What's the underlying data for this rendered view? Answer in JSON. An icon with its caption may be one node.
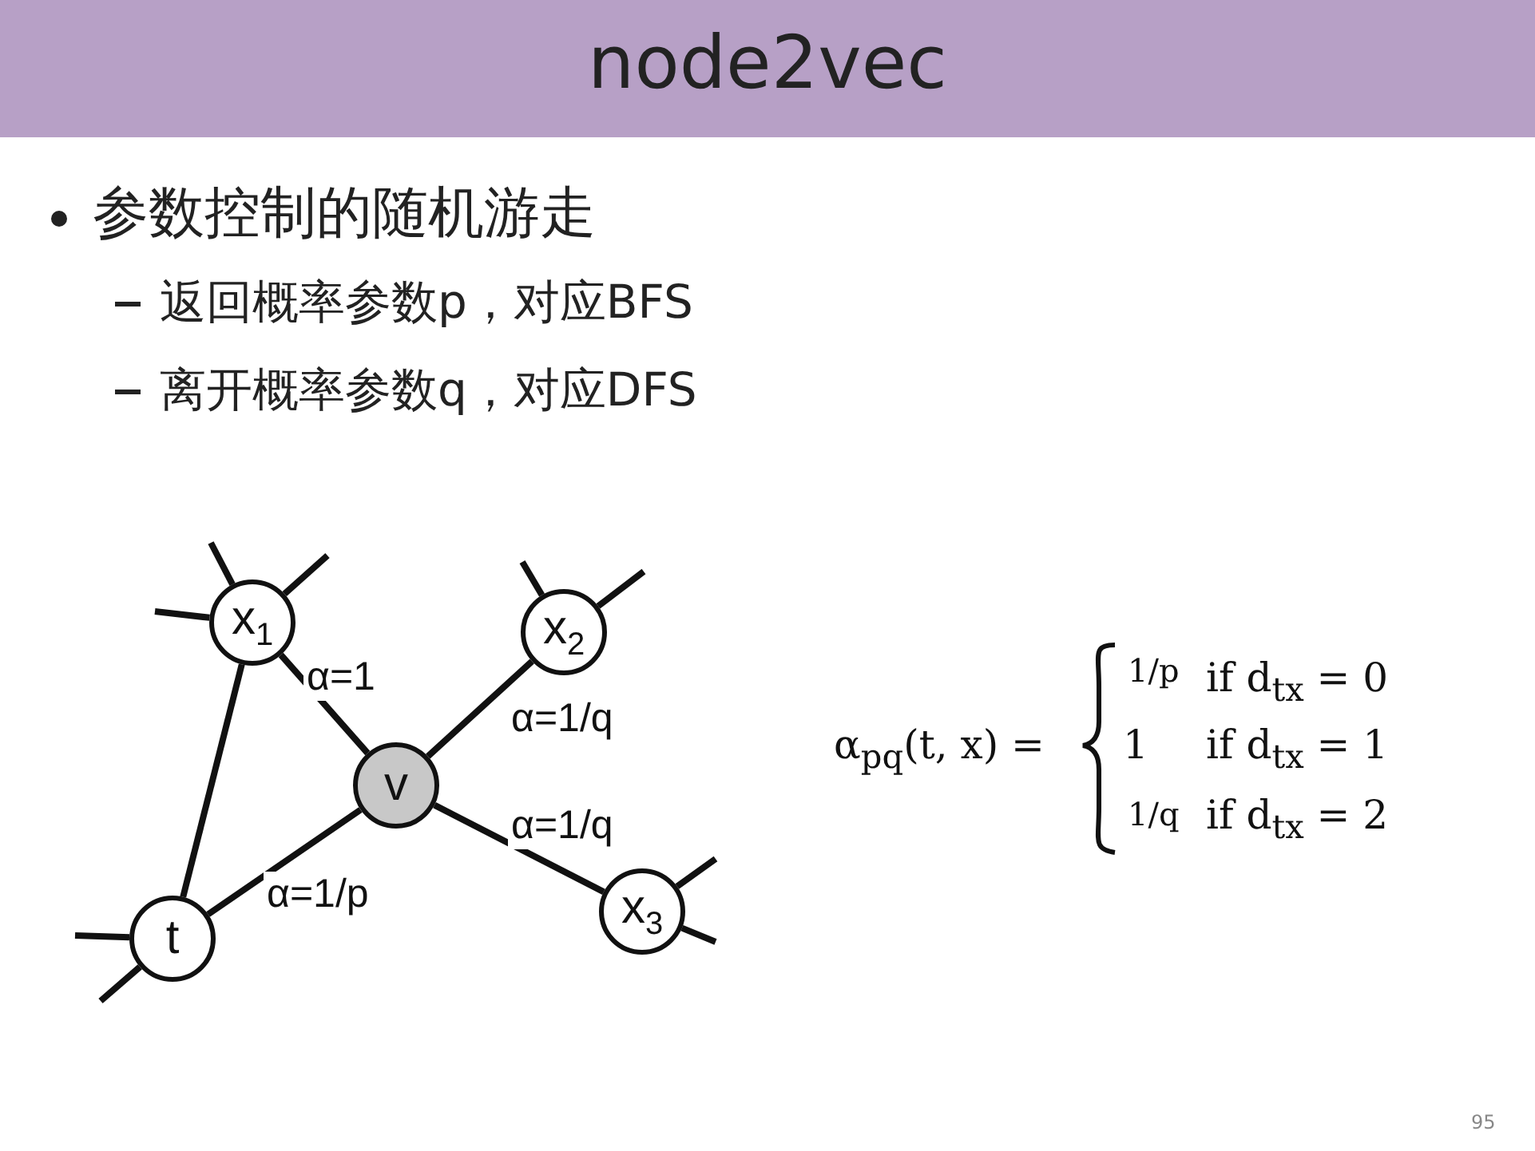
{
  "diagram": {
    "title": "node2vec",
    "nodes": [
      {
        "text": [
          "x$_{1}$"
        ]
      },
      {
        "text": [
          "x$_{2}$"
        ]
      },
      {
        "text": [
          "v"
        ]
      },
      {
        "text": [
          "t"
        ]
      },
      {
        "text": [
          "x$_{3}$"
        ]
      }
    ],
    "edges": [
      {
        "from": 0,
        "to": 2,
        "arrow": "none",
        "label": "α=1"
      },
      {
        "from": 1,
        "to": 2,
        "arrow": "none",
        "label": "α=1/q"
      },
      {
        "from": 2,
        "to": 4,
        "arrow": "none",
        "label": "α=1/q"
      },
      {
        "from": 3,
        "to": 2,
        "arrow": "none",
        "label": "α=1/p"
      },
      {
        "from": 3,
        "to": 0,
        "arrow": "none"
      },
      {
        "from": 0,
        "to": null,
        "arrow": "none"
      },
      {
        "from": 0,
        "to": null,
        "arrow": "none"
      },
      {
        "from": 0,
        "to": null,
        "arrow": "none"
      },
      {
        "from": 1,
        "to": null,
        "arrow": "none"
      },
      {
        "from": 1,
        "to": null,
        "arrow": "none"
      },
      {
        "from": 4,
        "to": null,
        "arrow": "none"
      },
      {
        "from": 4,
        "to": null,
        "arrow": "none"
      },
      {
        "from": 3,
        "to": null,
        "arrow": "none"
      },
      {
        "from": 3,
        "to": null,
        "arrow": "none"
      }
    ],
    "labels": [
      "参数控制的随机游走",
      "返回概率参数p，对应BFS",
      "离开概率参数q，对应DFS",
      "α$_{pq}$(t, x) =",
      "1/p",
      "if d$_{tx}$ = 0",
      "1",
      "if d$_{tx}$ = 1",
      "1/q",
      "if d$_{tx}$ = 2",
      "95"
    ]
  }
}
